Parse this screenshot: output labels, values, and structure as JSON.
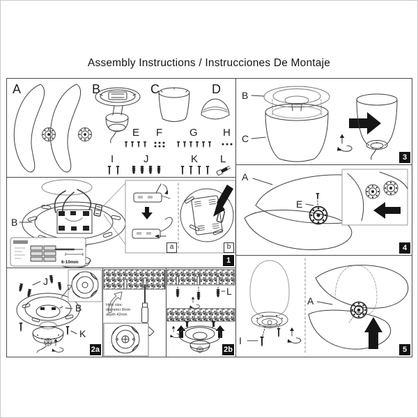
{
  "title": "Assembly Instructions / Instrucciones De Montaje",
  "parts": {
    "blade": "A",
    "motor": "B",
    "canopy": "C",
    "diffuser": "D",
    "screws_e": "E",
    "washers_f": "F",
    "screws_g": "G",
    "washers_h": "H",
    "screws_i": "I",
    "anchors_j": "J",
    "screws_k": "K",
    "connector_l": "L"
  },
  "step1": {
    "badge": "1",
    "label_b": "B",
    "wire_note": "6-10mm",
    "inset_a_badge": "a",
    "inset_b_badge": "b"
  },
  "step2a": {
    "badge": "2a",
    "label_j": "J",
    "label_b": "B",
    "label_k": "K"
  },
  "drill_note": {
    "line1": "Hole size:",
    "line2": "diameter 8mm",
    "line3": "depth 42mm"
  },
  "step2b": {
    "badge": "2b",
    "label_l": "L"
  },
  "step3": {
    "badge": "3",
    "label_b": "B",
    "label_c": "C"
  },
  "step4": {
    "badge": "4",
    "label_a": "A",
    "label_e": "E"
  },
  "step5": {
    "badge": "5",
    "label_i": "I",
    "label_a": "A"
  }
}
